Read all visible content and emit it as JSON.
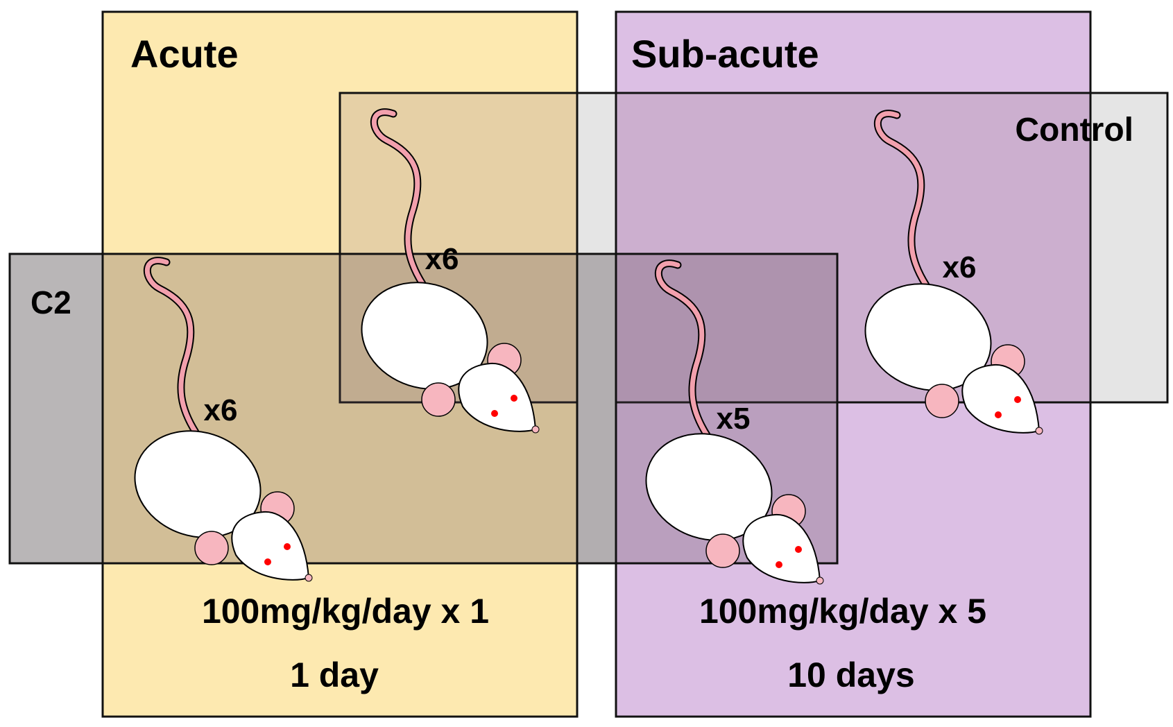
{
  "groups": {
    "acute": {
      "title": "Acute",
      "dose": "100mg/kg/day x 1",
      "duration": "1 day",
      "color": "#fde9b0"
    },
    "subacute": {
      "title": "Sub-acute",
      "dose": "100mg/kg/day x 5",
      "duration": "10 days",
      "color": "#dcbfe4"
    },
    "control": {
      "label": "Control",
      "color": "#e0e0e0"
    },
    "c2": {
      "label": "C2",
      "color": "#9e9e9e"
    }
  },
  "mice": {
    "acute_c2": {
      "count": "x6"
    },
    "acute_control": {
      "count": "x6"
    },
    "subacute_c2": {
      "count": "x5"
    },
    "subacute_control": {
      "count": "x6"
    }
  },
  "colors": {
    "mouse_body": "#ffffff",
    "mouse_ear": "#f7b6bf",
    "mouse_tail": "#f2a0ad",
    "mouse_eye": "#ff0000"
  }
}
